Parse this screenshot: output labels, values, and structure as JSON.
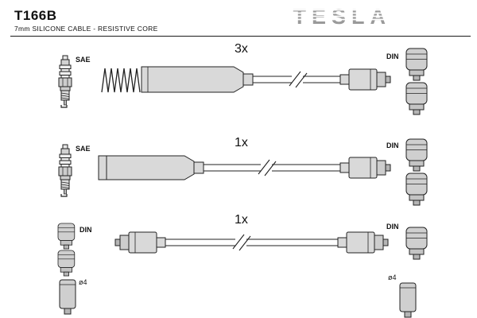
{
  "header": {
    "part_number": "T166B",
    "subtitle": "7mm SILICONE CABLE - RESISTIVE CORE",
    "brand": "TESLA"
  },
  "rows": [
    {
      "quantity": "3x",
      "left_label": "SAE",
      "right_label": "DIN"
    },
    {
      "quantity": "1x",
      "left_label": "SAE",
      "right_label": "DIN"
    },
    {
      "quantity": "1x",
      "left_label": "DIN",
      "right_label": "DIN"
    }
  ],
  "dimensions": {
    "left": "ø4",
    "right": "ø4"
  },
  "icons": {
    "spark_plug": "spark-plug-icon",
    "din_connector": "din-connector-icon",
    "cable_end_connector": "cable-end-connector-icon",
    "coil_spring": "coil-spring-terminal-icon",
    "break_symbol": "cable-break-icon",
    "diameter_cylinder": "cable-diameter-icon"
  },
  "colors": {
    "brand_gray": "#9a9a9a",
    "boot_fill": "#d9d9d9",
    "outline": "#222222",
    "background": "#ffffff"
  }
}
